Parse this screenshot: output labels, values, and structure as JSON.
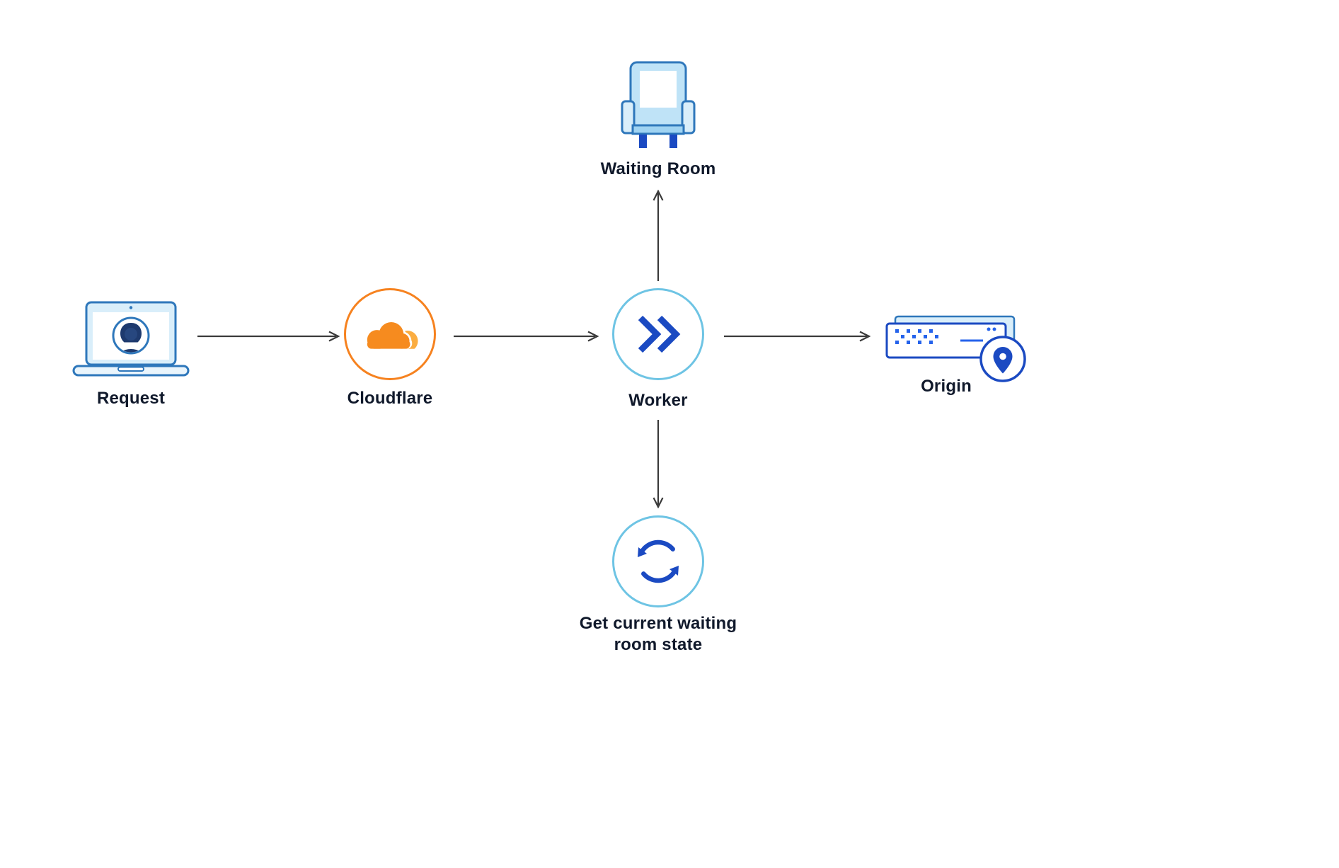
{
  "diagram": {
    "nodes": {
      "request": {
        "label": "Request",
        "icon": "laptop-user-icon"
      },
      "cloudflare": {
        "label": "Cloudflare",
        "icon": "cloudflare-logo-icon"
      },
      "worker": {
        "label": "Worker",
        "icon": "worker-chevrons-icon"
      },
      "waiting_room": {
        "label": "Waiting Room",
        "icon": "chair-icon"
      },
      "origin": {
        "label": "Origin",
        "icon": "server-location-icon"
      },
      "waiting_room_state": {
        "label": "Get current waiting room state",
        "icon": "sync-icon"
      }
    },
    "edges": [
      {
        "from": "request",
        "to": "cloudflare",
        "direction": "right"
      },
      {
        "from": "cloudflare",
        "to": "worker",
        "direction": "right"
      },
      {
        "from": "worker",
        "to": "waiting_room",
        "direction": "up"
      },
      {
        "from": "worker",
        "to": "origin",
        "direction": "right"
      },
      {
        "from": "worker",
        "to": "waiting_room_state",
        "direction": "down"
      }
    ],
    "colors": {
      "background": "#FFFFFF",
      "cloudflare_orange": "#F6821F",
      "cloudflare_orange_light": "#FBAD41",
      "primary_blue": "#1B4AC2",
      "mid_blue": "#2E77BB",
      "dot_blue": "#2563EB",
      "light_blue_ring": "#6EC4E4",
      "pale_blue_fill": "#CBE7F8",
      "arrow_gray": "#3A3A3A",
      "label_text": "#10192B"
    }
  }
}
